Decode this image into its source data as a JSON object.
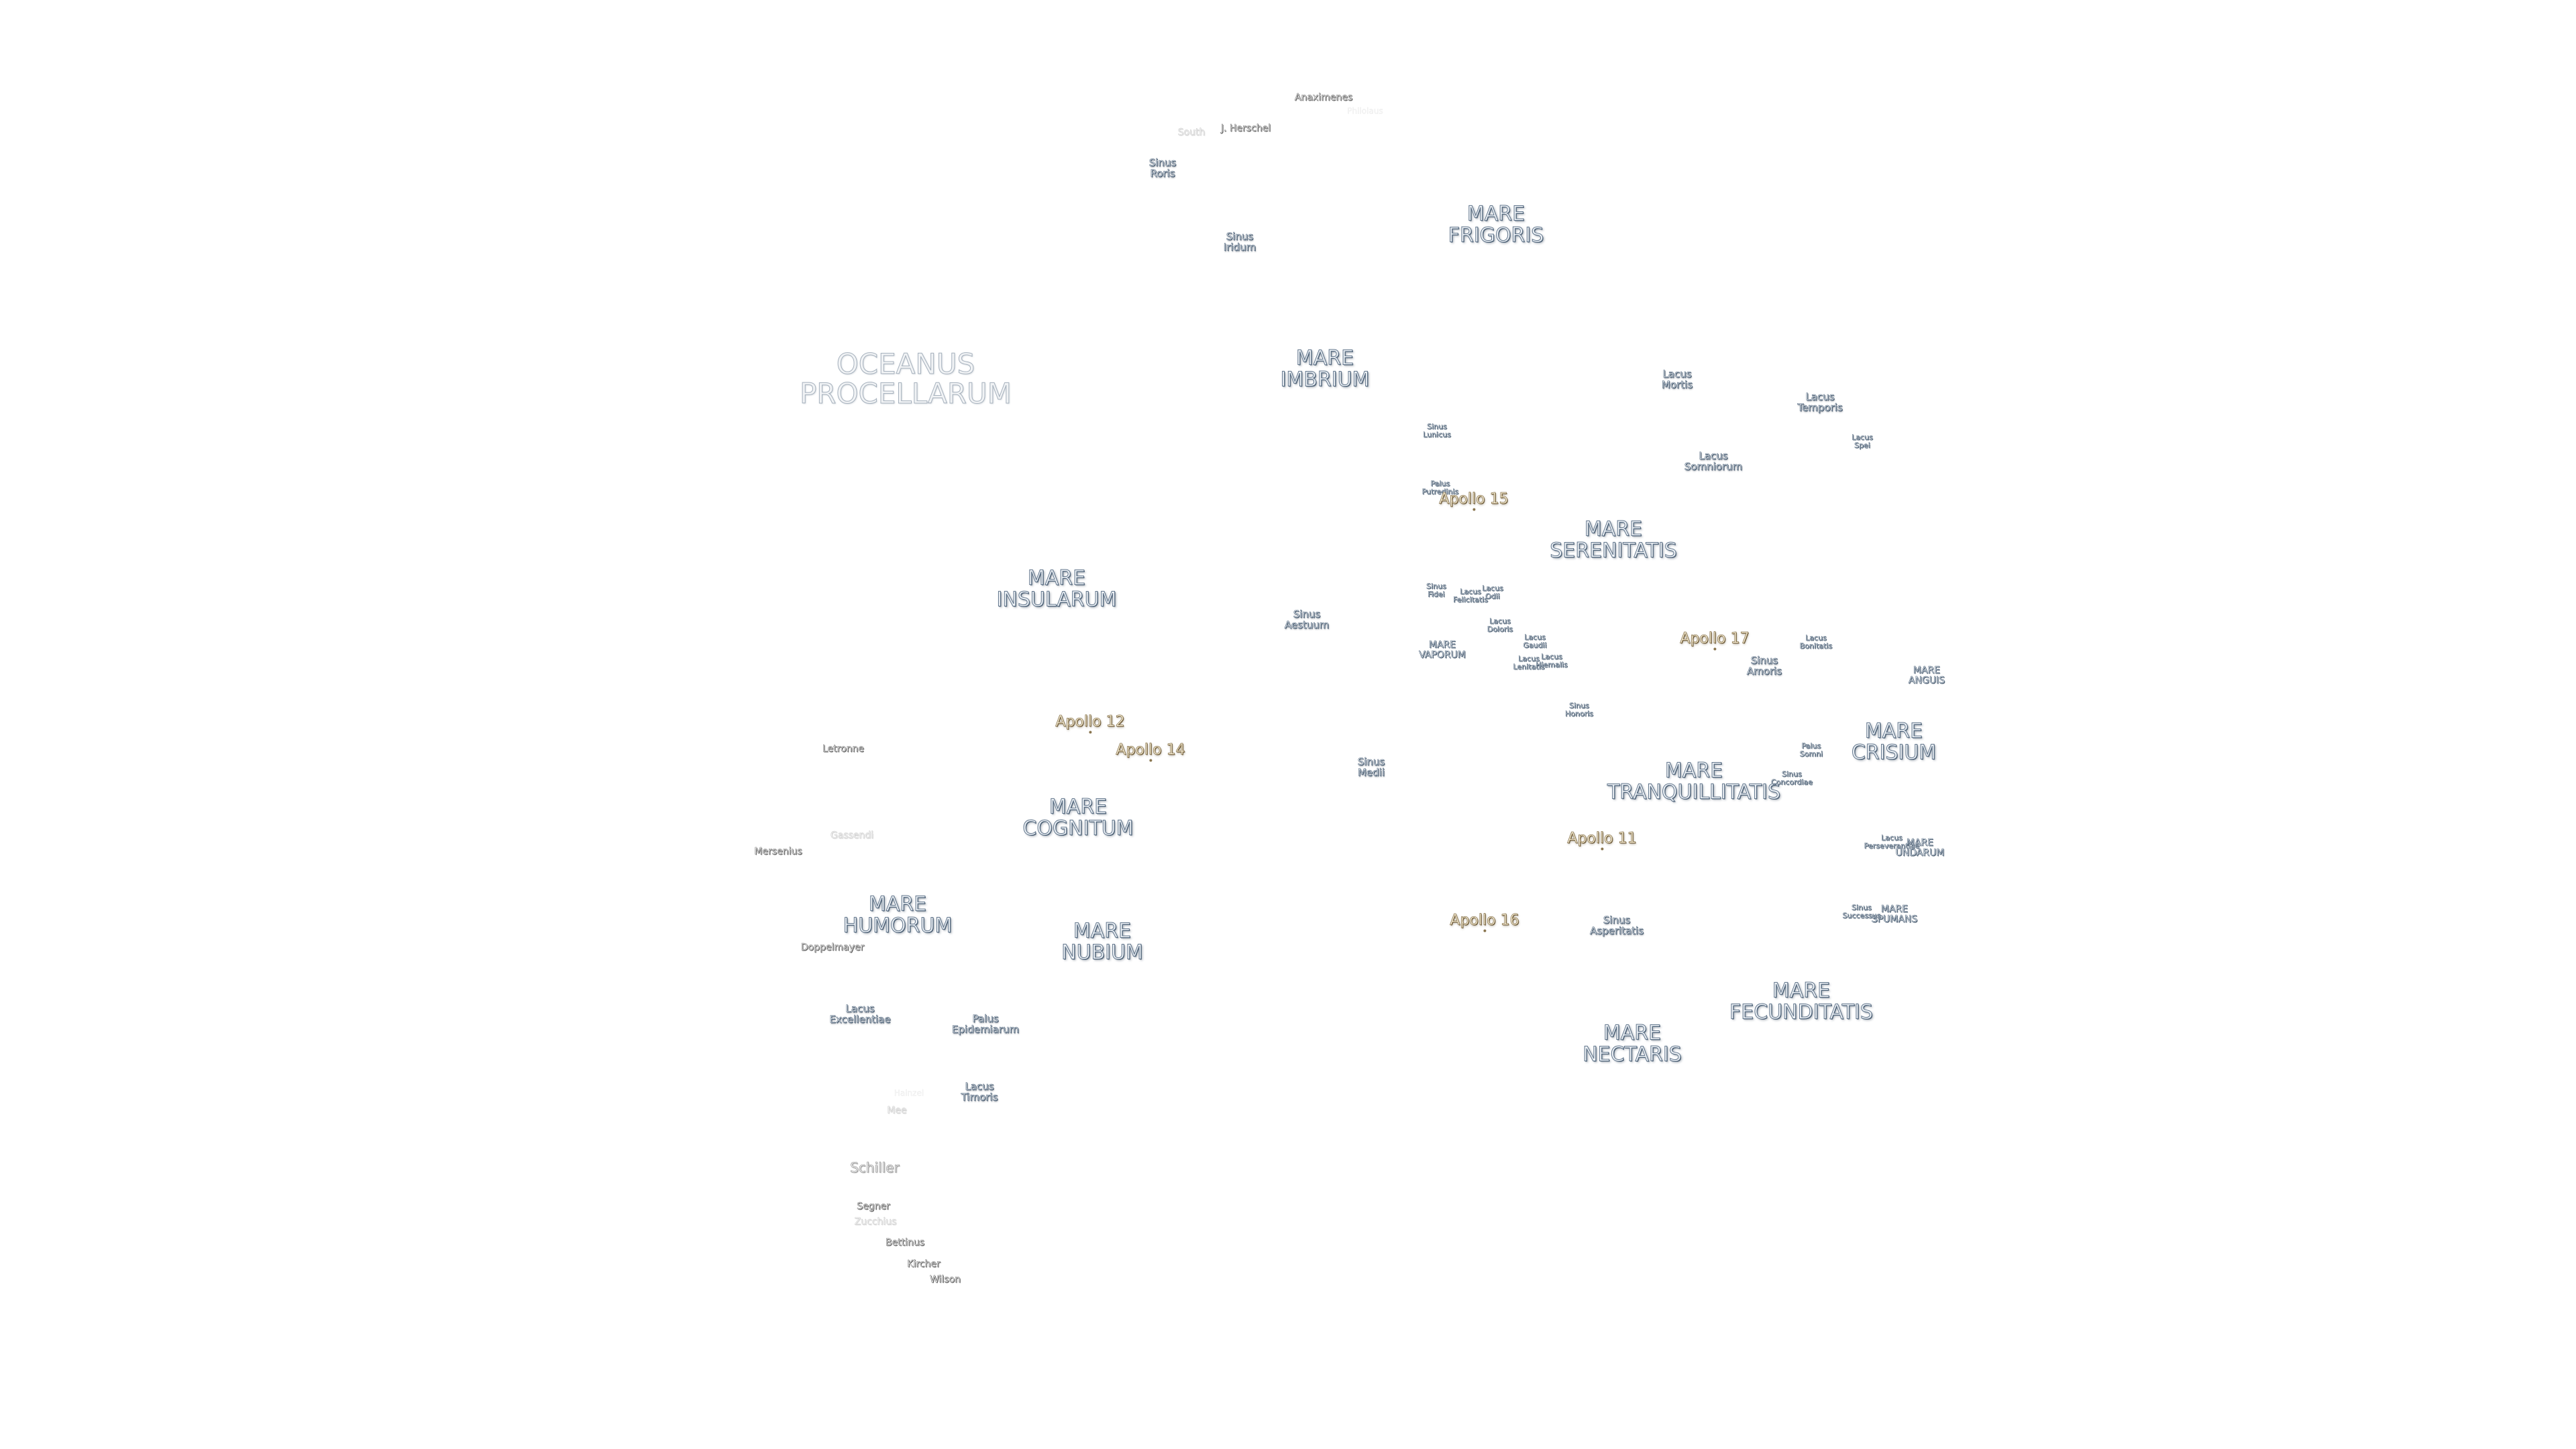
{
  "map": {
    "maria": [
      {
        "key": "frigoris",
        "name": "MARE\nFRIGORIS"
      },
      {
        "key": "imbrium",
        "name": "MARE\nIMBRIUM"
      },
      {
        "key": "serenitatis",
        "name": "MARE\nSERENITATIS"
      },
      {
        "key": "insularum",
        "name": "MARE\nINSULARUM"
      },
      {
        "key": "tranquillitatis",
        "name": "MARE\nTRANQUILLITATIS"
      },
      {
        "key": "crisium",
        "name": "MARE\nCRISIUM"
      },
      {
        "key": "cognitum",
        "name": "MARE\nCOGNITUM"
      },
      {
        "key": "humorum",
        "name": "MARE\nHUMORUM"
      },
      {
        "key": "nubium",
        "name": "MARE\nNUBIUM"
      },
      {
        "key": "fecunditatis",
        "name": "MARE\nFECUNDITATIS"
      },
      {
        "key": "nectaris",
        "name": "MARE\nNECTARIS"
      },
      {
        "key": "vaporum",
        "name": "MARE\nVAPORUM"
      },
      {
        "key": "anguis",
        "name": "MARE\nANGUIS"
      },
      {
        "key": "undarum",
        "name": "MARE\nUNDARUM"
      },
      {
        "key": "spumans",
        "name": "MARE\nSPUMANS"
      }
    ],
    "oceanus": {
      "name": "OCEANUS\nPROCELLARUM"
    },
    "bays_lakes": [
      {
        "key": "sinus-roris",
        "name": "Sinus\nRoris"
      },
      {
        "key": "sinus-iridum",
        "name": "Sinus\nIridum"
      },
      {
        "key": "lacus-mortis",
        "name": "Lacus\nMortis"
      },
      {
        "key": "lacus-temporis",
        "name": "Lacus\nTemporis"
      },
      {
        "key": "lacus-spei",
        "name": "Lacus\nSpei"
      },
      {
        "key": "lacus-somniorum",
        "name": "Lacus\nSomniorum"
      },
      {
        "key": "sinus-lunicus",
        "name": "Sinus\nLunicus"
      },
      {
        "key": "palus-putredinis",
        "name": "Palus\nPutredinis"
      },
      {
        "key": "sinus-aestuum",
        "name": "Sinus\nAestuum"
      },
      {
        "key": "sinus-fidei",
        "name": "Sinus\nFidei"
      },
      {
        "key": "lacus-felicitatis",
        "name": "Lacus\nFelicitatis"
      },
      {
        "key": "lacus-odii",
        "name": "Lacus\nOdii"
      },
      {
        "key": "lacus-doloris",
        "name": "Lacus\nDoloris"
      },
      {
        "key": "lacus-gaudii",
        "name": "Lacus\nGaudii"
      },
      {
        "key": "lacus-lenitatis",
        "name": "Lacus\nLenitatis"
      },
      {
        "key": "lacus-hiemalis",
        "name": "Lacus\nHiemalis"
      },
      {
        "key": "lacus-bonitatis",
        "name": "Lacus\nBonitatis"
      },
      {
        "key": "sinus-amoris",
        "name": "Sinus\nAmoris"
      },
      {
        "key": "sinus-honoris",
        "name": "Sinus\nHonoris"
      },
      {
        "key": "sinus-medii",
        "name": "Sinus\nMedii"
      },
      {
        "key": "palus-somni",
        "name": "Palus\nSomni"
      },
      {
        "key": "sinus-concordiae",
        "name": "Sinus\nConcordiae"
      },
      {
        "key": "lacus-perseverantiae",
        "name": "Lacus\nPerseverantiae"
      },
      {
        "key": "sinus-asperitatis",
        "name": "Sinus\nAsperitatis"
      },
      {
        "key": "sinus-successus",
        "name": "Sinus\nSuccessus"
      },
      {
        "key": "lacus-excellentiae",
        "name": "Lacus\nExcellentiae"
      },
      {
        "key": "palus-epidemiarum",
        "name": "Palus\nEpidemiarum"
      },
      {
        "key": "lacus-timoris",
        "name": "Lacus\nTimoris"
      }
    ],
    "craters": [
      {
        "key": "anaximenes",
        "name": "Anaximenes",
        "style": "crater"
      },
      {
        "key": "philolaus",
        "name": "Philolaus",
        "style": "crater-ghost"
      },
      {
        "key": "south",
        "name": "South",
        "style": "crater-faint"
      },
      {
        "key": "j-herschel",
        "name": "J. Herschel",
        "style": "crater"
      },
      {
        "key": "letronne",
        "name": "Letronne",
        "style": "crater"
      },
      {
        "key": "gassendi",
        "name": "Gassendi",
        "style": "crater-faint"
      },
      {
        "key": "mersenius",
        "name": "Mersenius",
        "style": "crater"
      },
      {
        "key": "doppelmayer",
        "name": "Doppelmayer",
        "style": "crater"
      },
      {
        "key": "hainzel",
        "name": "Hainzel",
        "style": "crater-ghost"
      },
      {
        "key": "mee",
        "name": "Mee",
        "style": "crater-faint"
      },
      {
        "key": "schiller",
        "name": "Schiller",
        "style": "crater-big"
      },
      {
        "key": "segner",
        "name": "Segner",
        "style": "crater"
      },
      {
        "key": "zucchius",
        "name": "Zucchius",
        "style": "crater-faint"
      },
      {
        "key": "bettinus",
        "name": "Bettinus",
        "style": "crater"
      },
      {
        "key": "kircher",
        "name": "Kircher",
        "style": "crater"
      },
      {
        "key": "wilson",
        "name": "Wilson",
        "style": "crater"
      }
    ],
    "apollo_sites": [
      {
        "key": "apollo-15",
        "name": "Apollo 15"
      },
      {
        "key": "apollo-17",
        "name": "Apollo 17"
      },
      {
        "key": "apollo-12",
        "name": "Apollo 12"
      },
      {
        "key": "apollo-14",
        "name": "Apollo 14"
      },
      {
        "key": "apollo-11",
        "name": "Apollo 11"
      },
      {
        "key": "apollo-16",
        "name": "Apollo 16"
      }
    ]
  },
  "colors": {
    "background": "#ffffff",
    "mare_outline": "#62768c",
    "crater_outline": "#777777",
    "apollo_outline": "#8a7650"
  }
}
